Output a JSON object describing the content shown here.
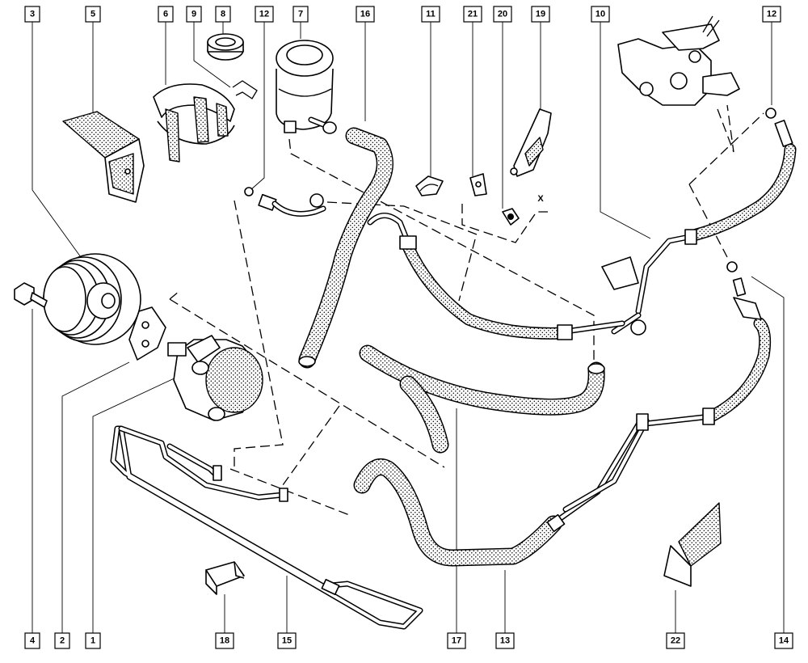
{
  "labels": {
    "l1": "1",
    "l2": "2",
    "l3": "3",
    "l4": "4",
    "l5": "5",
    "l6": "6",
    "l7": "7",
    "l8": "8",
    "l9": "9",
    "l10": "10",
    "l11": "11",
    "l12a": "12",
    "l12b": "12",
    "l13": "13",
    "l14": "14",
    "l15": "15",
    "l16": "16",
    "l17": "17",
    "l18": "18",
    "l19": "19",
    "l20": "20",
    "l21": "21",
    "l22": "22"
  },
  "annotations": {
    "x_mark": "X"
  }
}
